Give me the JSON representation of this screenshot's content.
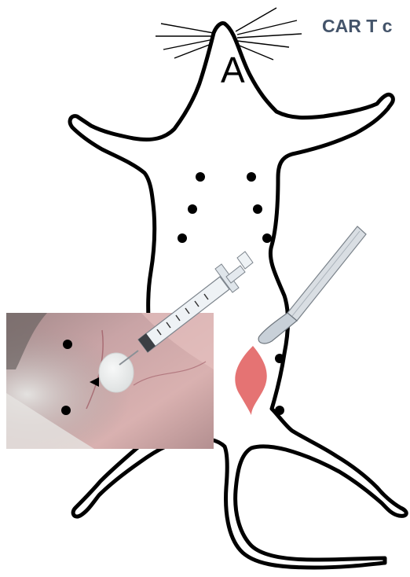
{
  "figure": {
    "panel_label": "A",
    "title_fragment": "CAR T c"
  },
  "colors": {
    "outline": "#000000",
    "background": "#ffffff",
    "title": "#44546a",
    "incision": "#e57373",
    "photo_tissue": "#c9a4a6",
    "scaffold": "#eef0f0",
    "scalpel_blade": "#c8d0d8",
    "syringe_barrel": "#e9eef2"
  },
  "markers": {
    "body_dots_count": 8,
    "photo_dots_count": 2
  },
  "icons": [
    "mouse-outline-icon",
    "syringe-icon",
    "scalpel-icon",
    "incision-icon",
    "surgical-photo"
  ]
}
